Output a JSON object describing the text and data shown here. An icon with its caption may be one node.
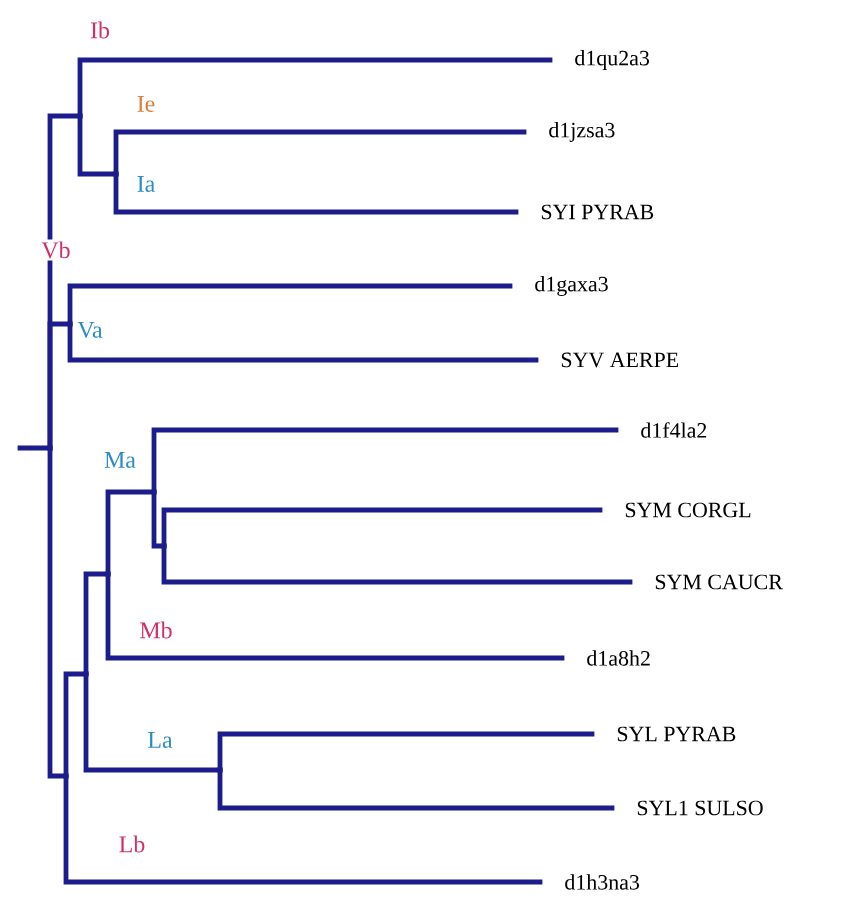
{
  "diagram": {
    "nodes": [
      {
        "text": [
          "d1qu2a3"
        ]
      },
      {
        "text": [
          "d1jzsa3"
        ]
      },
      {
        "text": [
          "SYI PYRAB"
        ]
      },
      {
        "text": [
          "d1gaxa3"
        ]
      },
      {
        "text": [
          "SYV AERPE"
        ]
      },
      {
        "text": [
          "d1f4la2"
        ]
      },
      {
        "text": [
          "SYM CORGL"
        ]
      },
      {
        "text": [
          "SYM CAUCR"
        ]
      },
      {
        "text": [
          "d1a8h2"
        ]
      },
      {
        "text": [
          "SYL PYRAB"
        ]
      },
      {
        "text": [
          "SYL1 SULSO"
        ]
      },
      {
        "text": [
          "d1h3na3"
        ]
      },
      {
        "text": [],
        "shape": "point"
      },
      {
        "text": [],
        "shape": "point"
      },
      {
        "text": [],
        "shape": "point"
      },
      {
        "text": [],
        "shape": "point"
      },
      {
        "text": [],
        "shape": "point"
      },
      {
        "text": [],
        "shape": "point"
      },
      {
        "text": [],
        "shape": "point"
      },
      {
        "text": [],
        "shape": "point"
      },
      {
        "text": [],
        "shape": "point"
      },
      {
        "text": [],
        "shape": "point"
      }
    ],
    "edges": [
      {
        "from": null,
        "to": 12,
        "arrow": "none"
      },
      {
        "from": 12,
        "to": 13,
        "arrow": "none"
      },
      {
        "from": 12,
        "to": 15,
        "arrow": "none"
      },
      {
        "from": 12,
        "to": 16,
        "arrow": "none"
      },
      {
        "from": 13,
        "to": 0,
        "arrow": "none",
        "label": "Ib"
      },
      {
        "from": 13,
        "to": 14,
        "arrow": "none"
      },
      {
        "from": 14,
        "to": 1,
        "arrow": "none",
        "label": "Ie"
      },
      {
        "from": 14,
        "to": 2,
        "arrow": "none",
        "label": "Ia"
      },
      {
        "from": 15,
        "to": 3,
        "arrow": "none",
        "label": "Vb"
      },
      {
        "from": 15,
        "to": 4,
        "arrow": "none",
        "label": "Va"
      },
      {
        "from": 16,
        "to": 17,
        "arrow": "none"
      },
      {
        "from": 16,
        "to": 11,
        "arrow": "none",
        "label": "Lb"
      },
      {
        "from": 17,
        "to": 18,
        "arrow": "none"
      },
      {
        "from": 17,
        "to": 21,
        "arrow": "none",
        "label": "La"
      },
      {
        "from": 18,
        "to": 19,
        "arrow": "none",
        "label": "Ma"
      },
      {
        "from": 18,
        "to": 8,
        "arrow": "none",
        "label": "Mb"
      },
      {
        "from": 19,
        "to": 5,
        "arrow": "none"
      },
      {
        "from": 19,
        "to": 20,
        "arrow": "none"
      },
      {
        "from": 20,
        "to": 6,
        "arrow": "none"
      },
      {
        "from": 20,
        "to": 7,
        "arrow": "none"
      },
      {
        "from": 21,
        "to": 9,
        "arrow": "none"
      },
      {
        "from": 21,
        "to": 10,
        "arrow": "none"
      }
    ]
  }
}
